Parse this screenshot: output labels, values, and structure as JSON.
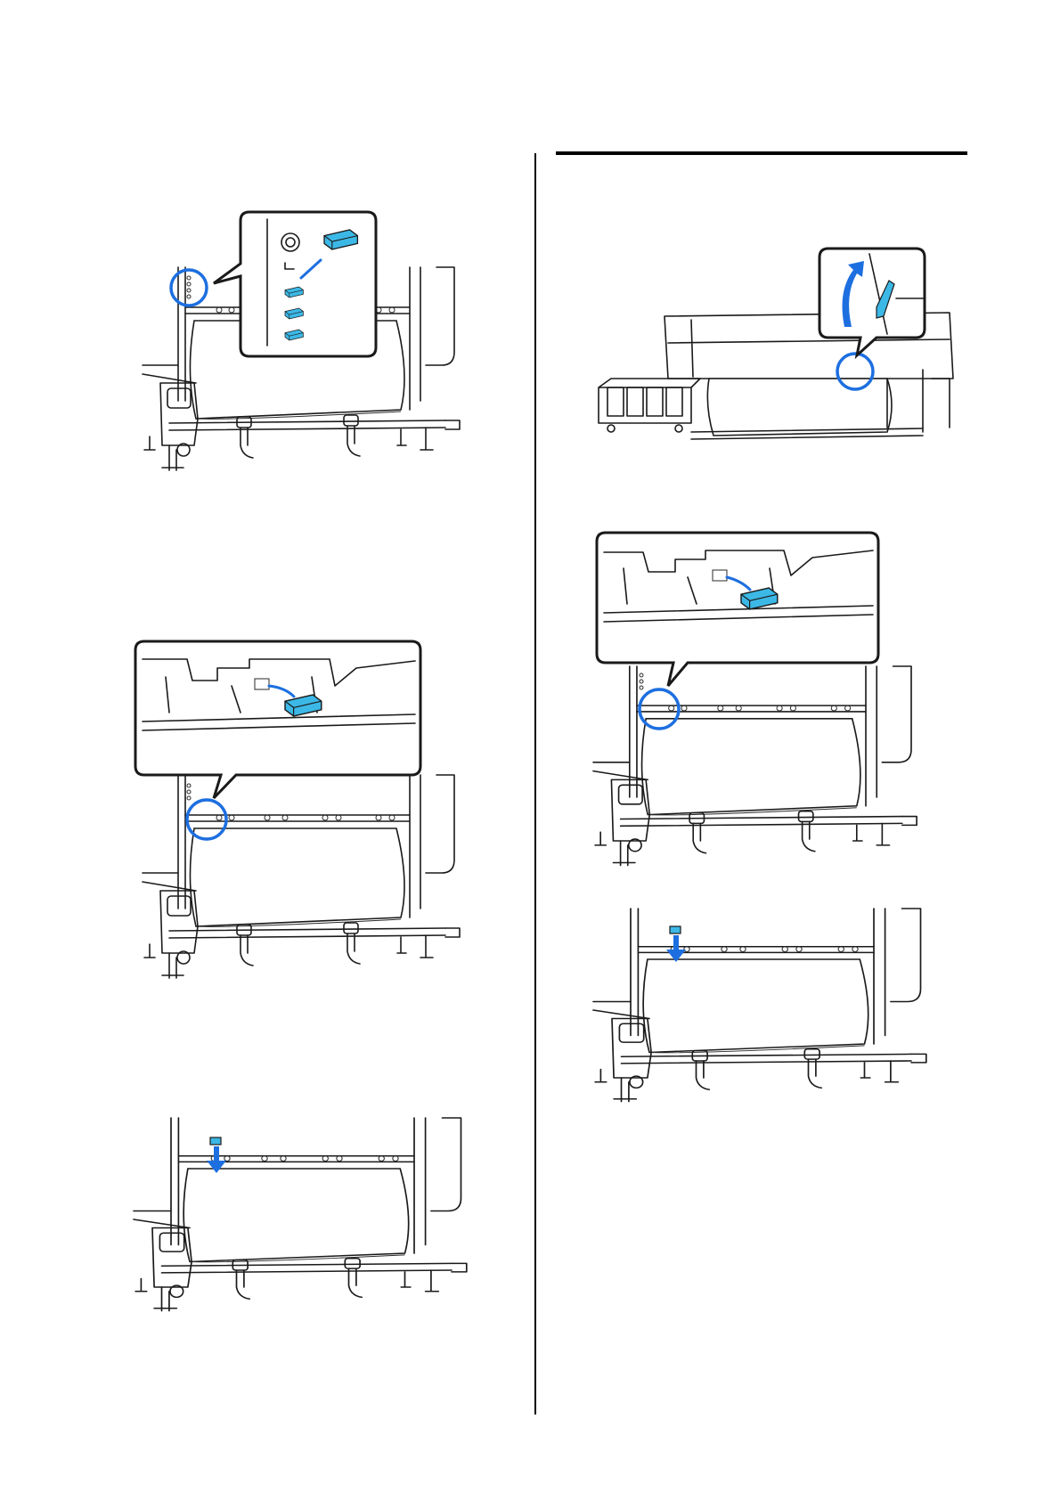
{
  "page": {
    "background": "#ffffff",
    "column_divider_color": "#000000",
    "section_rule_color": "#000000"
  },
  "colors": {
    "highlight_ring": "#1d6fe0",
    "part_fill": "#3cb8e6",
    "line_art": "#1a1a1a"
  },
  "figures": [
    {
      "name": "figure-remove-fixing-tool",
      "icon": "printer-take-up-illustration",
      "callout": "fixing-tool-stored-on-side-panel"
    },
    {
      "name": "figure-attach-fixing-tool",
      "icon": "printer-take-up-illustration",
      "callout": "fixing-tool-on-pressure-roller-left"
    },
    {
      "name": "figure-lower-media",
      "icon": "printer-take-up-illustration",
      "arrow": "down"
    },
    {
      "name": "figure-raise-loading-lever",
      "icon": "printer-front-illustration",
      "callout": "loading-lever-raised"
    },
    {
      "name": "figure-attach-fixing-tool-2",
      "icon": "printer-take-up-illustration",
      "callout": "fixing-tool-on-pressure-roller-left"
    },
    {
      "name": "figure-lower-media-2",
      "icon": "printer-take-up-illustration",
      "arrow": "down"
    }
  ]
}
